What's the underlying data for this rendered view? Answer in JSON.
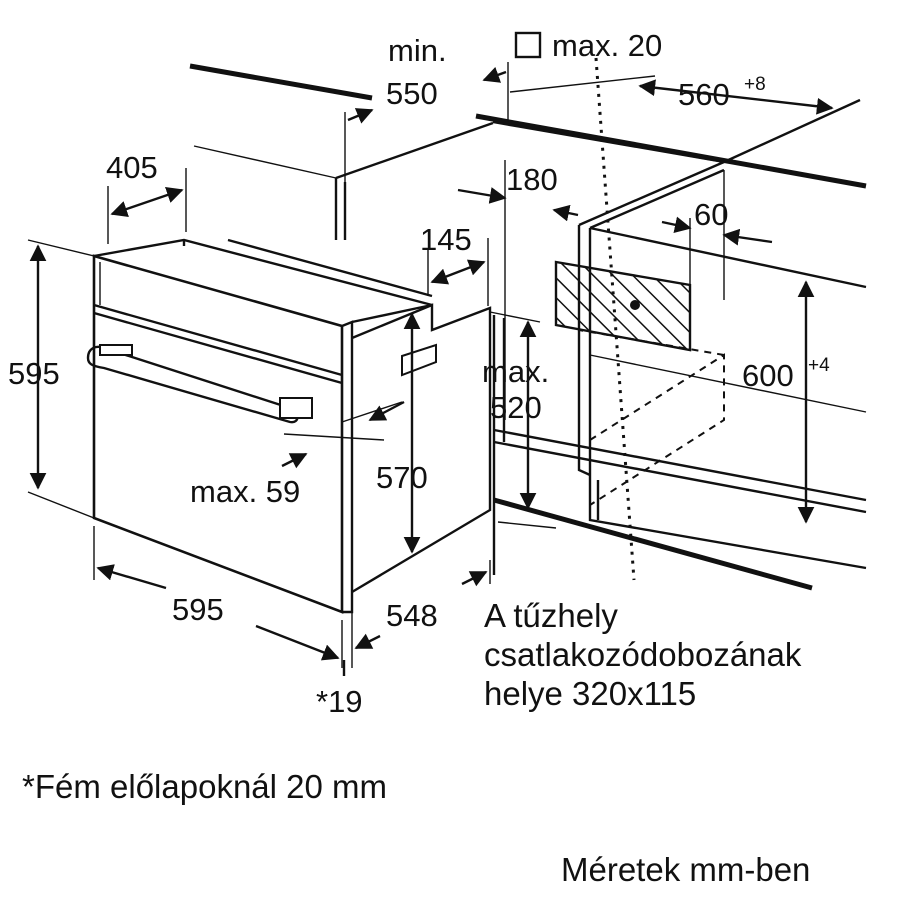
{
  "dimensions": {
    "cab_depth_min_a": "min.",
    "cab_depth_min_b": "550",
    "vent_max": "max. 20",
    "niche_width": "560",
    "niche_width_tol": "+8",
    "oven_depth_top": "405",
    "d180": "180",
    "d60": "60",
    "d145": "145",
    "oven_height": "595",
    "max520_a": "max.",
    "max520_b": "520",
    "niche_height": "600",
    "niche_height_tol": "+4",
    "d570": "570",
    "max59": "max. 59",
    "oven_width": "595",
    "d548": "548",
    "d19": "*19"
  },
  "notes": {
    "junction_box": [
      "A tűzhely",
      "csatlakozódobozának",
      "helye 320x115"
    ],
    "footnote": "*Fém előlapoknál 20 mm",
    "units": "Méretek mm-ben"
  }
}
